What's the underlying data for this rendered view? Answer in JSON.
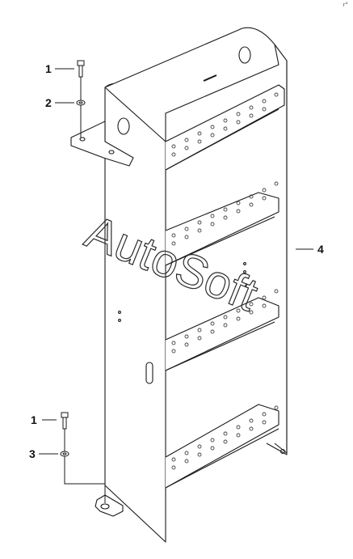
{
  "callouts": [
    {
      "id": "c1a",
      "label": "1"
    },
    {
      "id": "c2",
      "label": "2"
    },
    {
      "id": "c4",
      "label": "4"
    },
    {
      "id": "c1b",
      "label": "1"
    },
    {
      "id": "c3",
      "label": "3"
    }
  ],
  "watermark": {
    "text": "AutoSoft"
  },
  "corner_mark": "r°",
  "colors": {
    "line": "#1a1a1a",
    "hole": "#444444",
    "background": "#ffffff"
  }
}
